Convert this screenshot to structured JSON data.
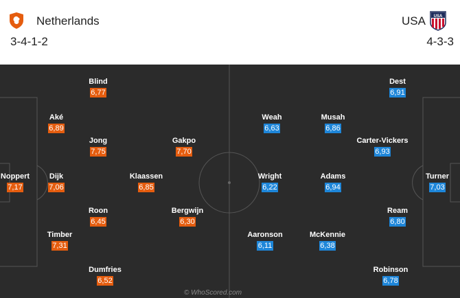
{
  "home": {
    "name": "Netherlands",
    "formation": "3-4-1-2",
    "crest_icon": "netherlands-lion-crest-icon",
    "color": "#e55d0f",
    "players": [
      {
        "name": "Noppert",
        "rating": "7,17"
      },
      {
        "name": "Aké",
        "rating": "6,89"
      },
      {
        "name": "Dijk",
        "rating": "7,06"
      },
      {
        "name": "Timber",
        "rating": "7,31"
      },
      {
        "name": "Blind",
        "rating": "6,77"
      },
      {
        "name": "Jong",
        "rating": "7,75"
      },
      {
        "name": "Roon",
        "rating": "6,45"
      },
      {
        "name": "Dumfries",
        "rating": "6,52"
      },
      {
        "name": "Klaassen",
        "rating": "6,85"
      },
      {
        "name": "Gakpo",
        "rating": "7,70"
      },
      {
        "name": "Bergwijn",
        "rating": "6,30"
      }
    ]
  },
  "away": {
    "name": "USA",
    "formation": "4-3-3",
    "crest_icon": "usa-soccer-crest-icon",
    "color": "#1e86d9",
    "players": [
      {
        "name": "Turner",
        "rating": "7,03"
      },
      {
        "name": "Dest",
        "rating": "6,91"
      },
      {
        "name": "Carter-Vickers",
        "rating": "6,93"
      },
      {
        "name": "Ream",
        "rating": "6,80"
      },
      {
        "name": "Robinson",
        "rating": "6,78"
      },
      {
        "name": "Musah",
        "rating": "6,86"
      },
      {
        "name": "Adams",
        "rating": "6,94"
      },
      {
        "name": "McKennie",
        "rating": "6,38"
      },
      {
        "name": "Weah",
        "rating": "6,63"
      },
      {
        "name": "Wright",
        "rating": "6,22"
      },
      {
        "name": "Aaronson",
        "rating": "6,11"
      }
    ]
  },
  "watermark": "© WhoScored.com"
}
